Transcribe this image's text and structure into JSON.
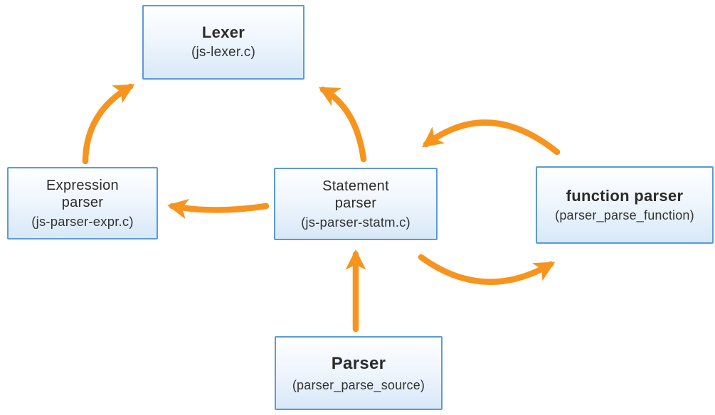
{
  "diagram": {
    "accent_color": "#f7941e",
    "node_border_color": "#5b9bd5",
    "node_fill_top": "#feffff",
    "node_fill_bottom": "#d8e8f8",
    "nodes": [
      {
        "id": "lexer",
        "title": "Lexer",
        "subtitle": "(js-lexer.c)"
      },
      {
        "id": "expression-parser",
        "title": "Expression parser",
        "subtitle": "(js-parser-expr.c)"
      },
      {
        "id": "statement-parser",
        "title": "Statement parser",
        "subtitle": "(js-parser-statm.c)"
      },
      {
        "id": "function-parser",
        "title": "function parser",
        "subtitle": "(parser_parse_function)"
      },
      {
        "id": "parser",
        "title": "Parser",
        "subtitle": "(parser_parse_source)"
      }
    ],
    "edges": [
      {
        "from": "expression-parser",
        "to": "lexer"
      },
      {
        "from": "statement-parser",
        "to": "lexer"
      },
      {
        "from": "statement-parser",
        "to": "expression-parser"
      },
      {
        "from": "function-parser",
        "to": "statement-parser"
      },
      {
        "from": "statement-parser",
        "to": "function-parser"
      },
      {
        "from": "parser",
        "to": "statement-parser"
      }
    ]
  }
}
